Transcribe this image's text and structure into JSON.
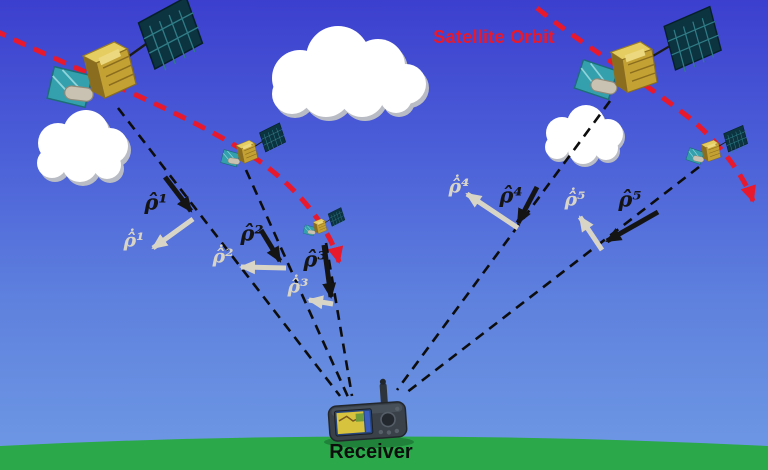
{
  "scene": {
    "orbit_label": "Satellite Orbit",
    "receiver_label": "Receiver",
    "satellite_count": 5
  },
  "vectors": {
    "los": [
      {
        "label": "ρ̂¹"
      },
      {
        "label": "ρ̂²"
      },
      {
        "label": "ρ̂³"
      },
      {
        "label": "ρ̂⁴"
      },
      {
        "label": "ρ̂⁵"
      }
    ],
    "rate": [
      {
        "label": "ρ̂̇¹"
      },
      {
        "label": "ρ̂̇²"
      },
      {
        "label": "ρ̂̇³"
      },
      {
        "label": "ρ̂̇⁴"
      },
      {
        "label": "ρ̂̇⁵"
      }
    ]
  },
  "colors": {
    "orbit_red": "#e8192c",
    "los_black": "#141414",
    "rate_gray": "#d9d5c6",
    "sky_top": "#3c3fce",
    "sky_bottom": "#6f9ae4",
    "ground_green": "#2aa84a"
  }
}
